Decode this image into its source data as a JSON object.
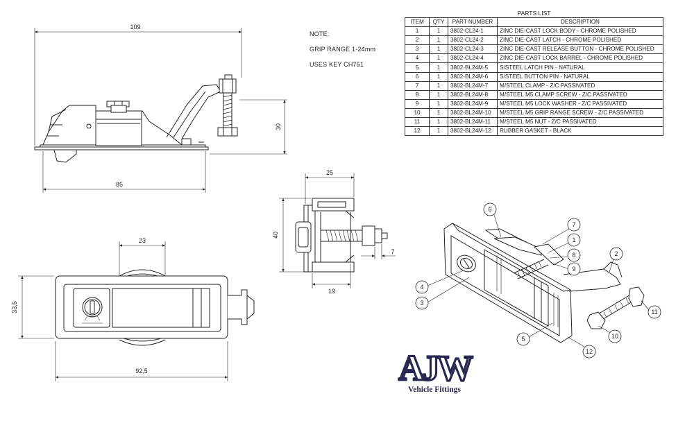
{
  "dimensions": {
    "side_width": "109",
    "side_height": "30",
    "side_base": "85",
    "top_handle": "23",
    "top_height": "33,5",
    "top_width": "92,5",
    "end_top": "25",
    "end_height": "40",
    "end_bottom": "19",
    "end_pin": "7"
  },
  "notes": {
    "heading": "NOTE:",
    "grip": "GRIP RANGE 1-24mm",
    "key": "USES KEY CH751"
  },
  "parts_list": {
    "title": "PARTS LIST",
    "headers": [
      "ITEM",
      "QTY",
      "PART NUMBER",
      "DESCRIPTION"
    ],
    "rows": [
      [
        "1",
        "1",
        "3802-CL24-1",
        "ZINC DIE-CAST LOCK BODY - CHROME POLISHED"
      ],
      [
        "2",
        "1",
        "3802-CL24-2",
        "ZINC DIE-CAST LATCH - CHROME POLISHED"
      ],
      [
        "3",
        "1",
        "3802-CL24-3",
        "ZINC DIE-CAST RELEASE BUTTON - CHROME POLISHED"
      ],
      [
        "4",
        "1",
        "3802-CL24-4",
        "ZINC DIE-CAST LOCK BARREL - CHROME POLISHED"
      ],
      [
        "5",
        "1",
        "3802-BL24M-5",
        "S/STEEL LATCH PIN - NATURAL"
      ],
      [
        "6",
        "1",
        "3802-BL24M-6",
        "S/STEEL BUTTON PIN - NATURAL"
      ],
      [
        "7",
        "1",
        "3802-BL24M-7",
        "M/STEEL CLAMP - Z/C PASSIVATED"
      ],
      [
        "8",
        "1",
        "3802-BL24M-8",
        "M/STEEL M5 CLAMP SCREW - Z/C PASSIVATED"
      ],
      [
        "9",
        "1",
        "3802-BL24M-9",
        "M/STEEL M5 LOCK WASHER - Z/C PASSIVATED"
      ],
      [
        "10",
        "1",
        "3802-BL24M-10",
        "M/STEEL M5 GRIP RANGE SCREW - Z/C PASSIVATED"
      ],
      [
        "11",
        "1",
        "3802-BL24M-11",
        "M/STEEL M5 NUT - Z/C PASSIVATED"
      ],
      [
        "12",
        "1",
        "3802-BL24M-12",
        "RUBBER GASKET - BLACK"
      ]
    ]
  },
  "balloons": [
    "1",
    "2",
    "3",
    "4",
    "5",
    "6",
    "7",
    "8",
    "9",
    "10",
    "11",
    "12"
  ],
  "logo": {
    "letters": "AJW",
    "subtitle": "Vehicle Fittings",
    "color": "#2a2850"
  }
}
